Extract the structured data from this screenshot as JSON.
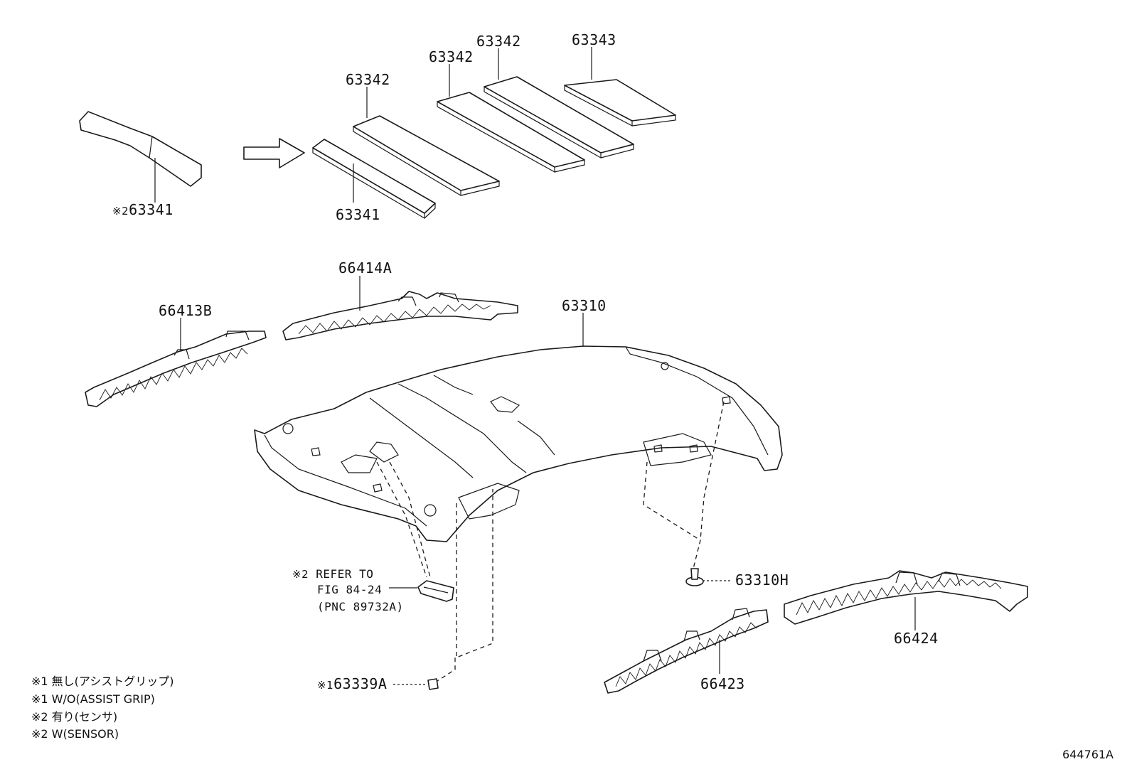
{
  "part_labels": {
    "p63341_left": "63341",
    "p63341_pad": "63341",
    "p63342_a": "63342",
    "p63342_b": "63342",
    "p63342_c": "63342",
    "p63343": "63343",
    "p66414a": "66414A",
    "p66413b": "66413B",
    "p63310": "63310",
    "p63310h": "63310H",
    "p66424": "66424",
    "p66423": "66423",
    "p63339a": "63339A"
  },
  "markers": {
    "m1": "※1",
    "m2": "※2"
  },
  "refer_note": {
    "line1": "REFER TO",
    "line2": "FIG 84-24",
    "line3": "(PNC 89732A)"
  },
  "legend": [
    "※1 無し(アシストグリップ)",
    "※1 W/O(ASSIST GRIP)",
    "※2 有り(センサ)",
    "※2 W(SENSOR)"
  ],
  "figure_id": "644761A"
}
